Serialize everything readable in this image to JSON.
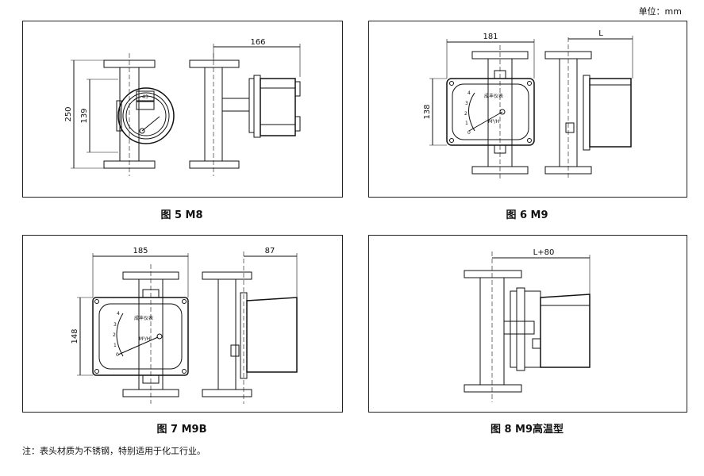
{
  "unit_label": "单位：mm",
  "figures": [
    {
      "caption": "图 5    M8",
      "dim_top": "166",
      "dim_left_outer": "250",
      "dim_left_inner": "139",
      "lcd_value": "43"
    },
    {
      "caption": "图 6    M9",
      "dim_top_left": "181",
      "dim_top_right": "L",
      "dim_left": "138",
      "brand": "成丰仪表",
      "scale_unit": "M³/H",
      "scale_marks": [
        "4",
        "3",
        "2",
        "1",
        "0"
      ]
    },
    {
      "caption": "图 7    M9B",
      "dim_top_left": "185",
      "dim_top_right": "87",
      "dim_left": "148",
      "brand": "成丰仪表",
      "scale_unit": "M³/H",
      "scale_marks": [
        "4",
        "3",
        "2",
        "1",
        "0"
      ]
    },
    {
      "caption": "图 8    M9高温型",
      "dim_top": "L+80"
    }
  ],
  "note": "注：表头材质为不锈钢，特别适用于化工行业。"
}
